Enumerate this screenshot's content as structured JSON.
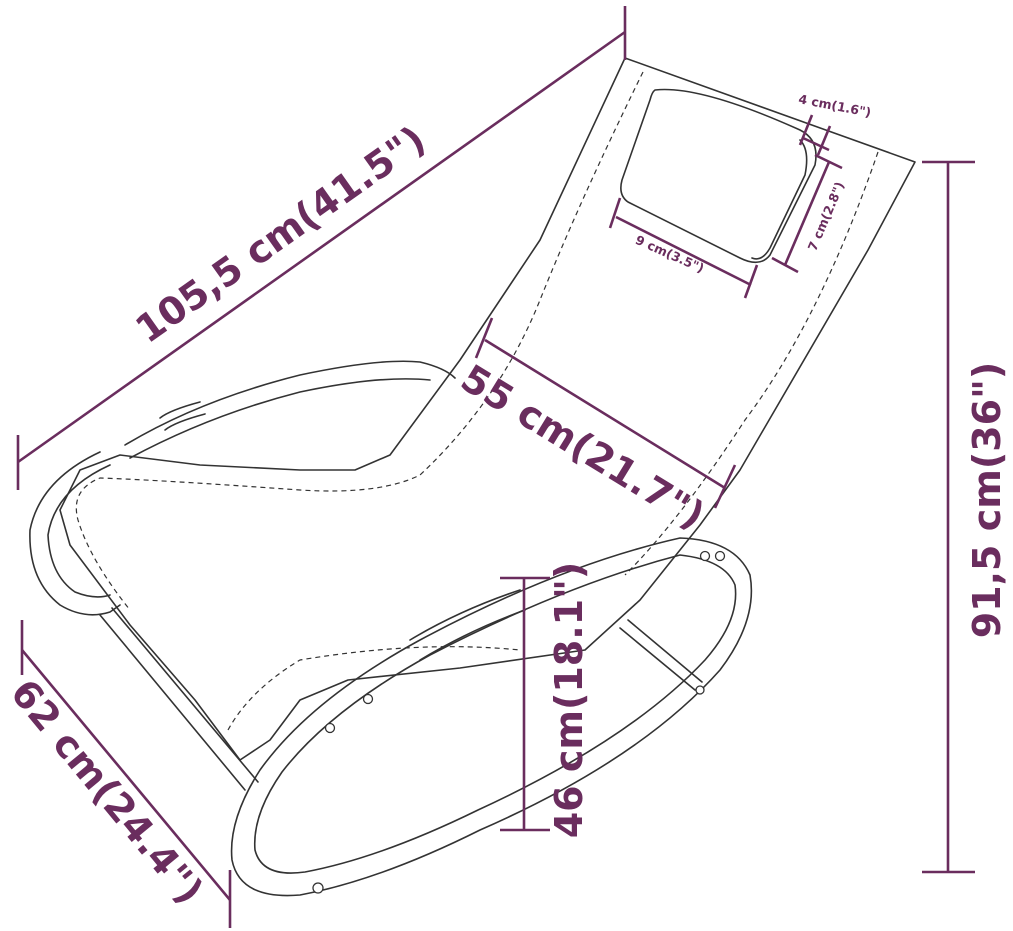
{
  "dimensions": {
    "length": "105,5 cm(41.5\")",
    "seat_width": "55 cm(21.7\")",
    "height": "91,5 cm(36\")",
    "depth": "62 cm(24.4\")",
    "seat_height": "46 cm(18.1\")",
    "pillow_width": "9 cm(3.5\")",
    "pillow_height": "7 cm(2.8\")",
    "pillow_thickness": "4 cm(1.6\")"
  },
  "colors": {
    "dimension": "#6a2d5e",
    "outline": "#333333"
  }
}
